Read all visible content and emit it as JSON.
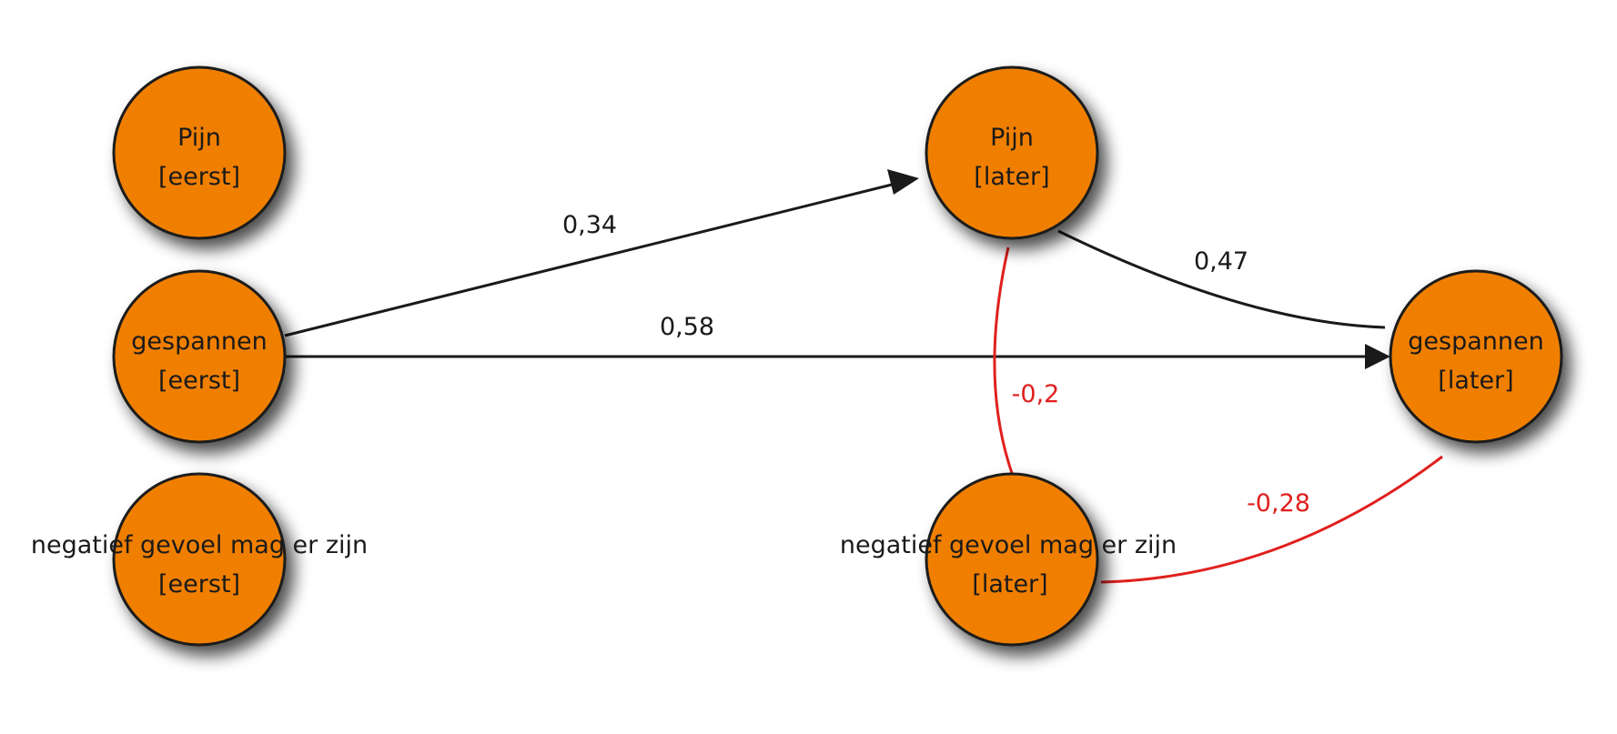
{
  "colors": {
    "node_fill": "#F07F00",
    "node_stroke": "#1a1a1a",
    "positive_edge": "#1a1a1a",
    "negative_edge": "#E0201E"
  },
  "nodes": [
    {
      "id": "pijn-eerst",
      "line1": "Pijn",
      "line2": "[eerst]"
    },
    {
      "id": "gespannen-eerst",
      "line1": "gespannen",
      "line2": "[eerst]"
    },
    {
      "id": "negatief-eerst",
      "line1": "negatief gevoel mag er zijn",
      "line2": "[eerst]"
    },
    {
      "id": "pijn-later",
      "line1": "Pijn",
      "line2": "[later]"
    },
    {
      "id": "negatief-later",
      "line1": "negatief gevoel mag er zijn",
      "line2": "[later]"
    },
    {
      "id": "gespannen-later",
      "line1": "gespannen",
      "line2": "[later]"
    }
  ],
  "edges": [
    {
      "id": "gespannen-eerst-to-pijn-later",
      "from": "gespannen-eerst",
      "to": "pijn-later",
      "label": "0,34",
      "sign": "positive",
      "directed": true
    },
    {
      "id": "gespannen-eerst-to-gespannen-later",
      "from": "gespannen-eerst",
      "to": "gespannen-later",
      "label": "0,58",
      "sign": "positive",
      "directed": true
    },
    {
      "id": "pijn-later-to-gespannen-later",
      "from": "pijn-later",
      "to": "gespannen-later",
      "label": "0,47",
      "sign": "positive",
      "directed": false
    },
    {
      "id": "pijn-later-to-negatief-later",
      "from": "pijn-later",
      "to": "negatief-later",
      "label": "-0,2",
      "sign": "negative",
      "directed": false
    },
    {
      "id": "negatief-later-to-gespannen-later",
      "from": "negatief-later",
      "to": "gespannen-later",
      "label": "-0,28",
      "sign": "negative",
      "directed": false
    }
  ]
}
